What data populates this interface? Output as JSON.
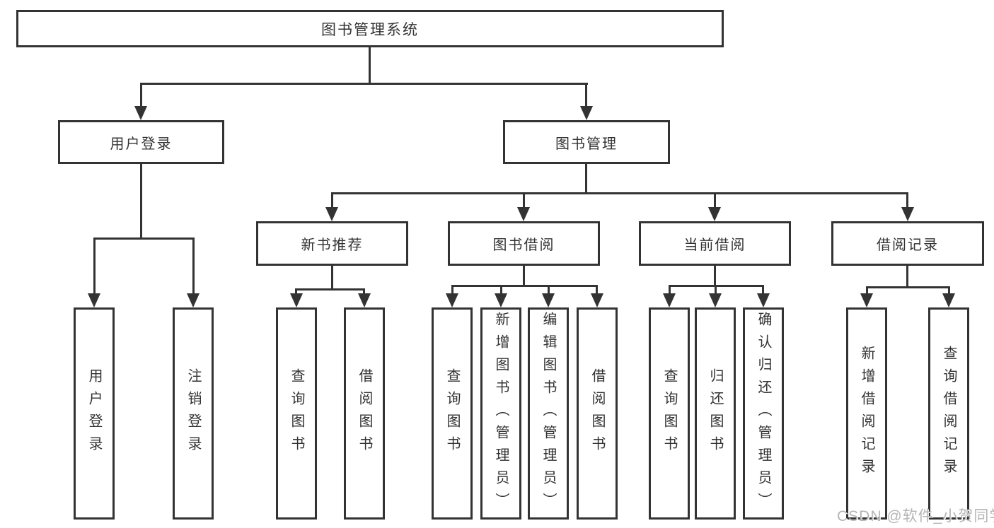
{
  "diagram": {
    "type": "tree",
    "root": {
      "label": "图书管理系统"
    },
    "level2": [
      {
        "label": "用户登录"
      },
      {
        "label": "图书管理"
      }
    ],
    "level3": [
      {
        "label": "新书推荐"
      },
      {
        "label": "图书借阅"
      },
      {
        "label": "当前借阅"
      },
      {
        "label": "借阅记录"
      }
    ],
    "leaves": {
      "user_login": [
        {
          "label": "用户登录"
        },
        {
          "label": "注销登录"
        }
      ],
      "new_books": [
        {
          "label": "查询图书"
        },
        {
          "label": "借阅图书"
        }
      ],
      "book_borrow": [
        {
          "label": "查询图书"
        },
        {
          "label": "新增图书（管理员）"
        },
        {
          "label": "编辑图书（管理员）"
        },
        {
          "label": "借阅图书"
        }
      ],
      "current_borrow": [
        {
          "label": "查询图书"
        },
        {
          "label": "归还图书"
        },
        {
          "label": "确认归还（管理员）"
        }
      ],
      "borrow_records": [
        {
          "label": "新增借阅记录"
        },
        {
          "label": "查询借阅记录"
        }
      ]
    },
    "watermark": "CSDN @软件_小贺同学",
    "colors": {
      "line": "#333333",
      "text": "#333333",
      "box_background": "#ffffff",
      "background": "#ffffff",
      "watermark": "#b5b5b5"
    }
  }
}
